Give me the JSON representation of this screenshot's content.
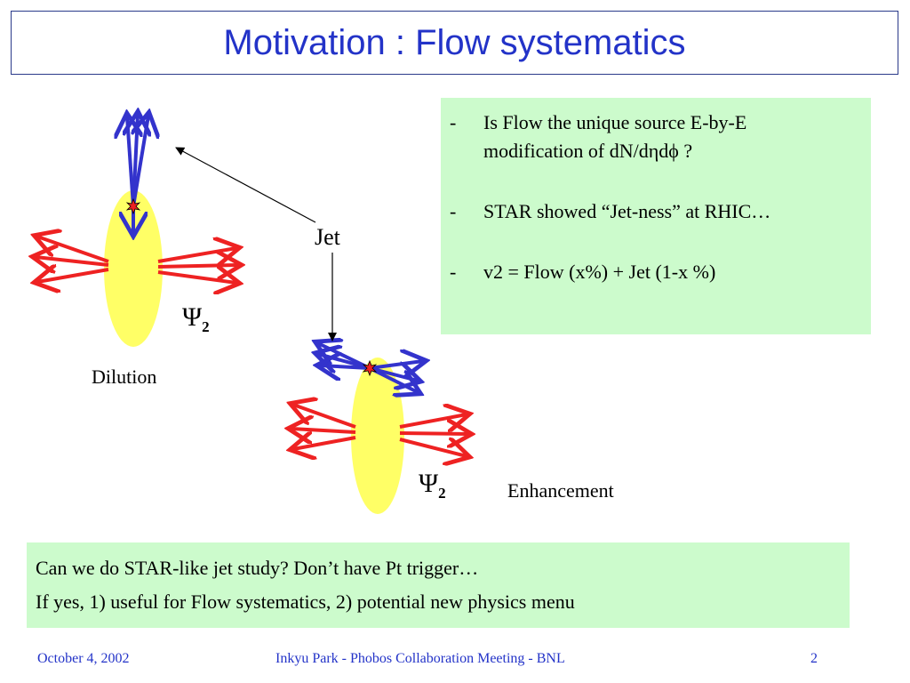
{
  "title": "Motivation : Flow systematics",
  "labels": {
    "jet": "Jet",
    "dilution": "Dilution",
    "enhancement": "Enhancement",
    "psi_symbol": "Ψ",
    "psi_sub": "2"
  },
  "bullets": [
    {
      "dash": "-",
      "text_line1": "Is Flow the unique source E-by-E",
      "text_line2": "modification of dN/dηdϕ ?"
    },
    {
      "dash": "-",
      "text_line1": "STAR showed “Jet-ness” at RHIC…"
    },
    {
      "dash": "-",
      "text_line1": "v2 = Flow (x%) + Jet (1-x %)"
    }
  ],
  "question": {
    "line1": "Can we do STAR-like jet study? Don’t have Pt trigger…",
    "line2": "If yes, 1) useful for Flow systematics, 2) potential new physics menu"
  },
  "footer": {
    "date": "October 4, 2002",
    "center": "Inkyu Park - Phobos Collaboration Meeting - BNL",
    "page": "2"
  },
  "colors": {
    "title": "#2333c8",
    "ellipse": "#ffff66",
    "flow_arrows": "#ee2222",
    "jet_arrows": "#3333cc",
    "box_fill": "#ccfbcc"
  }
}
